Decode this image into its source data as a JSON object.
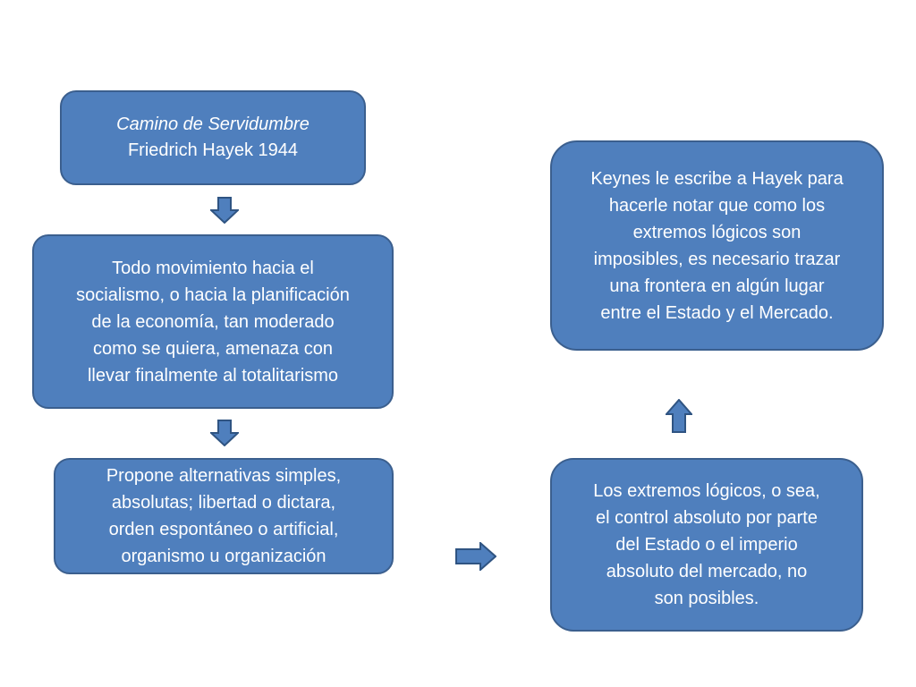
{
  "nodes": {
    "title_box": {
      "lines": [
        "Camino de Servidumbre",
        "Friedrich Hayek 1944"
      ]
    },
    "thesis_box": {
      "lines": [
        "Todo movimiento hacia el",
        "socialismo, o hacia la planificación",
        "de la economía, tan moderado",
        "como se quiera, amenaza con",
        "llevar finalmente al totalitarismo"
      ]
    },
    "alternatives_box": {
      "lines": [
        "Propone alternativas simples,",
        "absolutas; libertad o dictara,",
        "orden espontáneo o artificial,",
        "organismo u organización"
      ]
    },
    "keynes_box": {
      "lines": [
        "Keynes le escribe a Hayek para",
        "hacerle notar que como los",
        "extremos lógicos son",
        "imposibles, es necesario trazar",
        "una frontera en algún lugar",
        "entre el Estado y el Mercado."
      ]
    },
    "extremes_box": {
      "lines": [
        "Los extremos lógicos, o sea,",
        "el control absoluto por parte",
        "del Estado o el imperio",
        "absoluto del mercado, no",
        "son posibles."
      ]
    }
  },
  "arrows": [
    {
      "from": "title_box",
      "to": "thesis_box",
      "direction": "down"
    },
    {
      "from": "thesis_box",
      "to": "alternatives_box",
      "direction": "down"
    },
    {
      "from": "alternatives_box",
      "to": "extremes_box",
      "direction": "right"
    },
    {
      "from": "extremes_box",
      "to": "keynes_box",
      "direction": "up"
    }
  ],
  "colors": {
    "box_fill": "#4f7fbd",
    "box_border": "#3b5f8e",
    "box_text": "#ffffff",
    "arrow_fill": "#4f7fbd",
    "arrow_stroke": "#2f5482",
    "background": "#ffffff"
  }
}
